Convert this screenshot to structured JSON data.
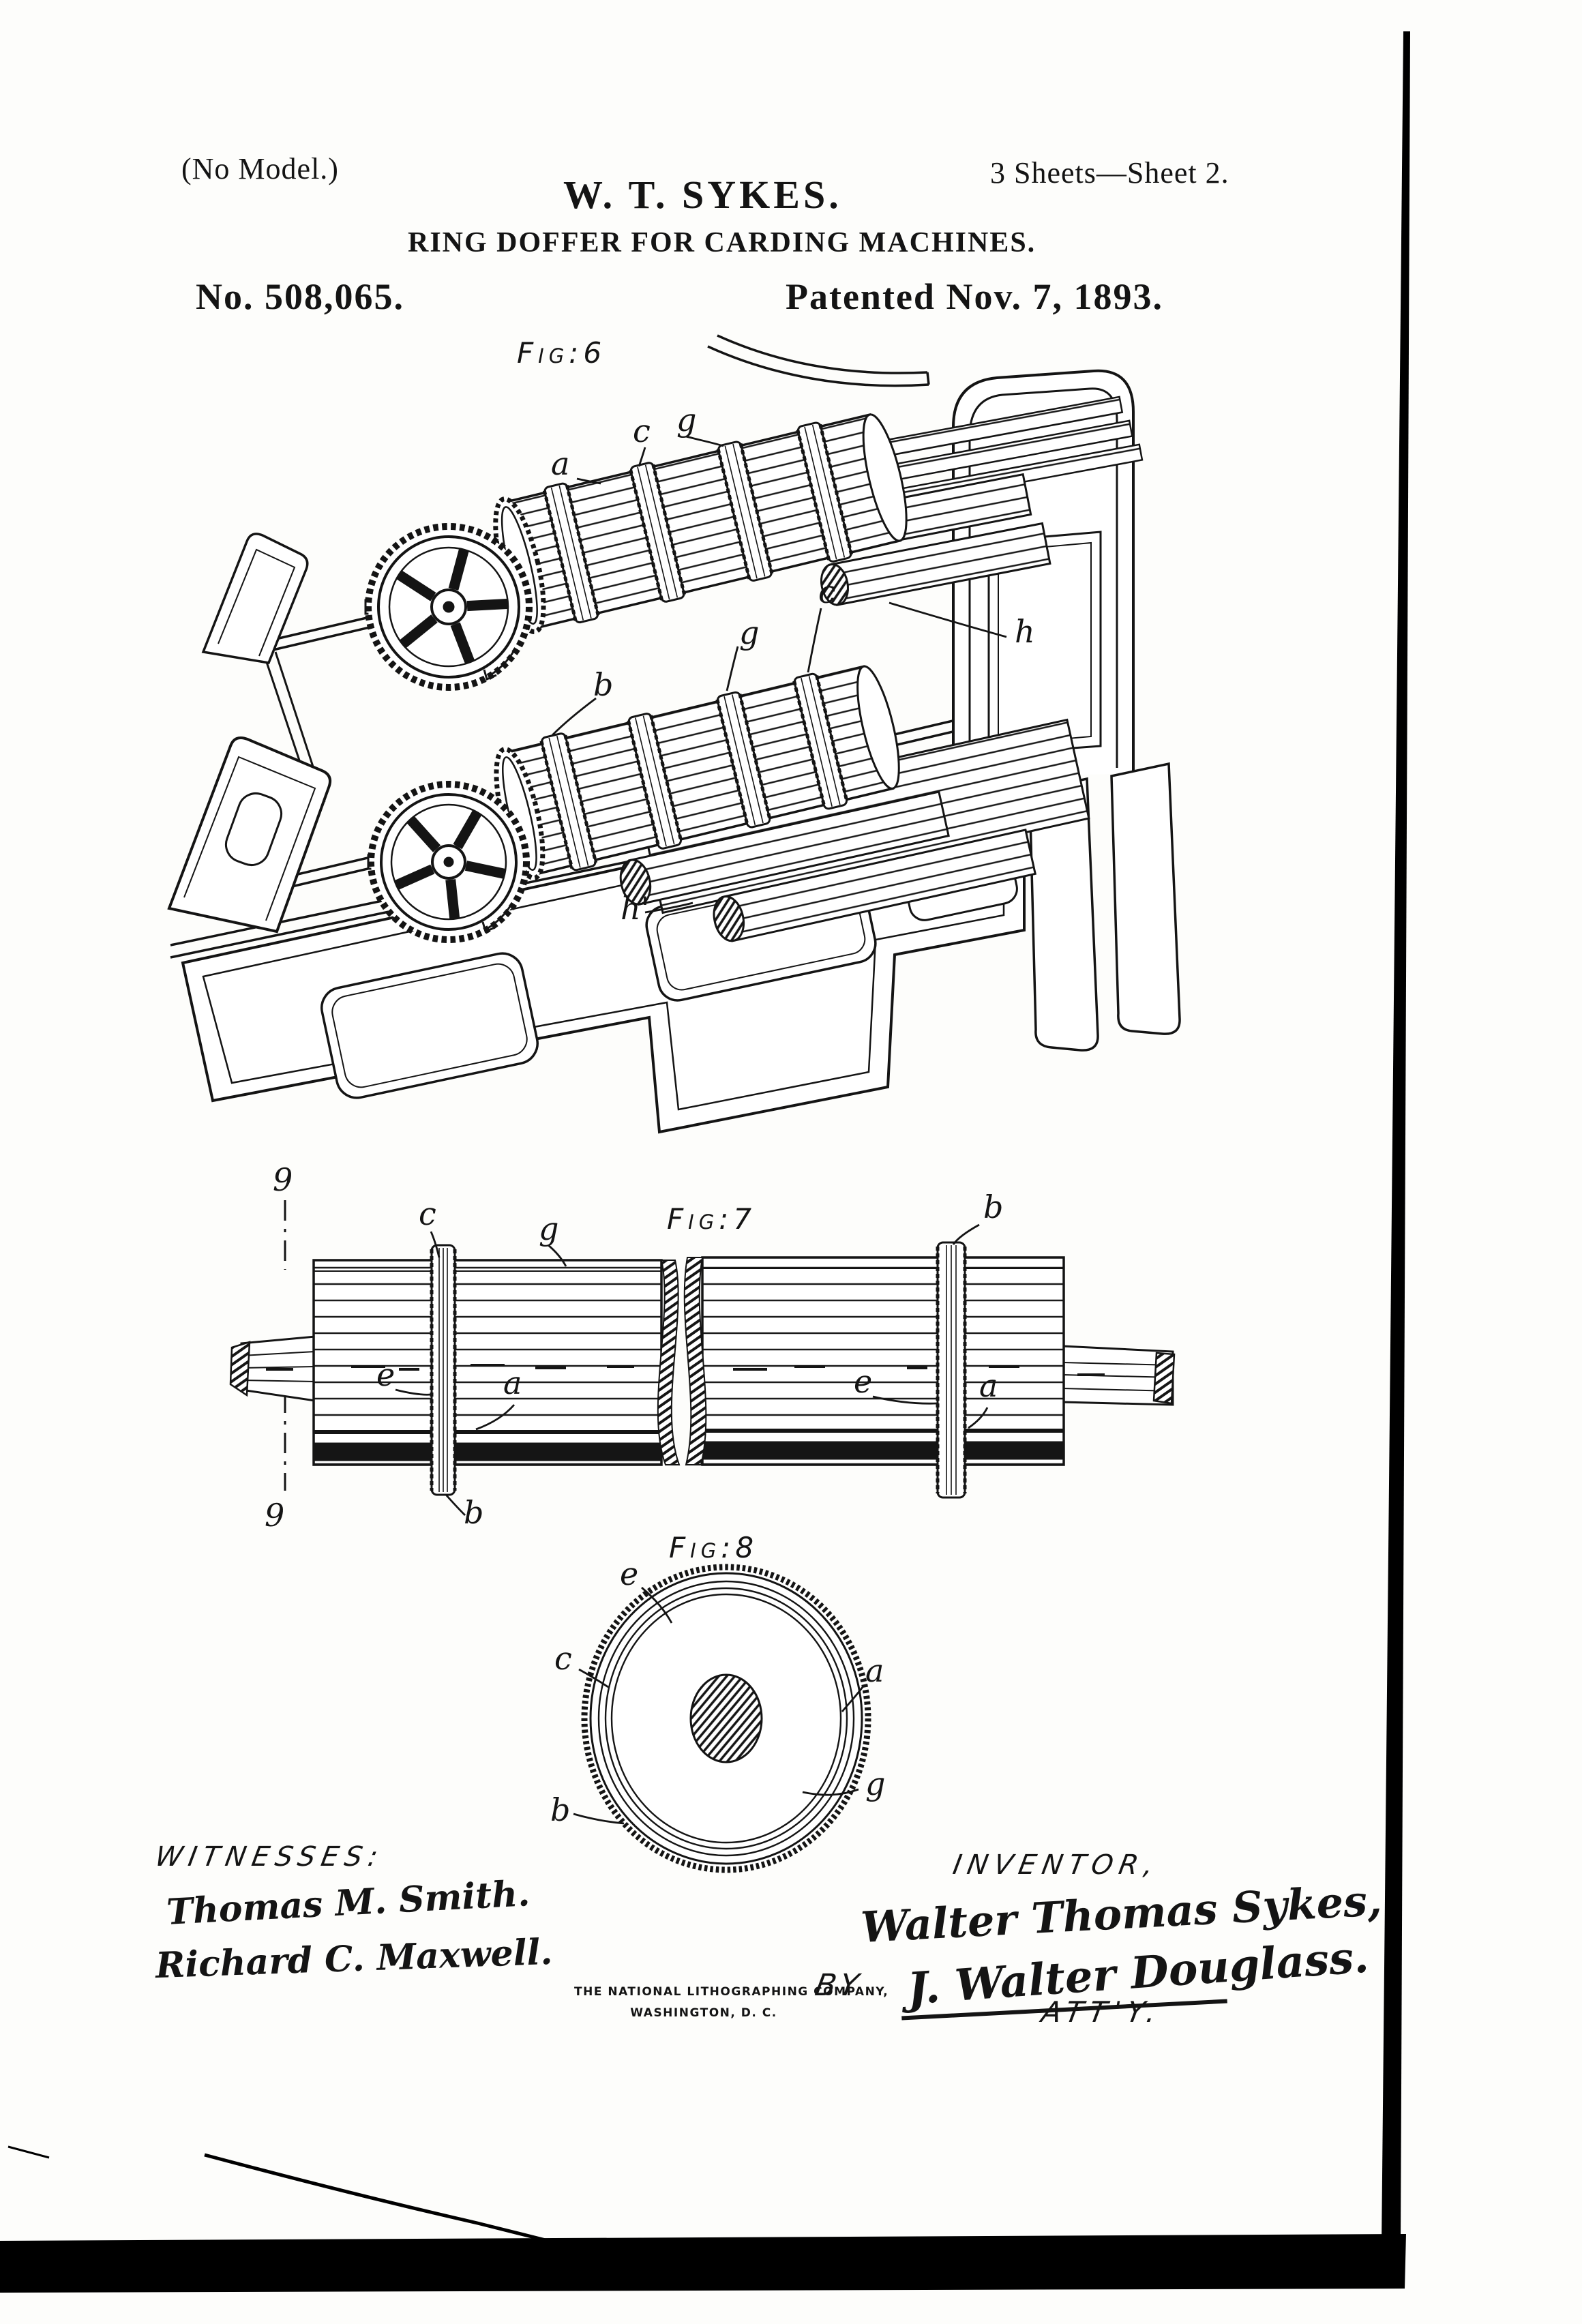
{
  "colors": {
    "paper": "#fdfdfb",
    "ink": "#141414"
  },
  "header": {
    "no_model": "(No Model.)",
    "sheet_info": "3 Sheets—Sheet 2.",
    "inventor_title": "W. T. SYKES.",
    "invention_title": "RING DOFFER FOR CARDING MACHINES.",
    "patent_number": "No. 508,065.",
    "patent_date": "Patented Nov. 7, 1893."
  },
  "figures": {
    "fig6": {
      "label": "Fig:6",
      "refs": {
        "a": "a",
        "c1": "c",
        "g1": "g",
        "b": "b",
        "g2": "g",
        "c2": "c",
        "h": "h",
        "h_prime": "h'"
      }
    },
    "fig7": {
      "label": "Fig:7",
      "refs": {
        "section_top": "9",
        "section_bottom": "9",
        "c": "c",
        "g": "g",
        "b_top": "b",
        "b_bottom": "b",
        "e_left": "e",
        "a_left": "a",
        "e_right": "e",
        "a_right": "a"
      }
    },
    "fig8": {
      "label": "Fig:8",
      "refs": {
        "e": "e",
        "c": "c",
        "a": "a",
        "b": "b",
        "g": "g"
      }
    }
  },
  "signatures": {
    "witnesses_heading": "WITNESSES:",
    "witness_1": "Thomas M. Smith.",
    "witness_2": "Richard C. Maxwell.",
    "inventor_heading": "INVENTOR,",
    "inventor_signature": "Walter Thomas Sykes,",
    "by_label": "BY",
    "attorney_signature": "J. Walter Douglass.",
    "attorney_title": "ATT'Y."
  },
  "imprint": {
    "line_1": "THE NATIONAL LITHOGRAPHING COMPANY,",
    "line_2": "WASHINGTON, D. C."
  }
}
